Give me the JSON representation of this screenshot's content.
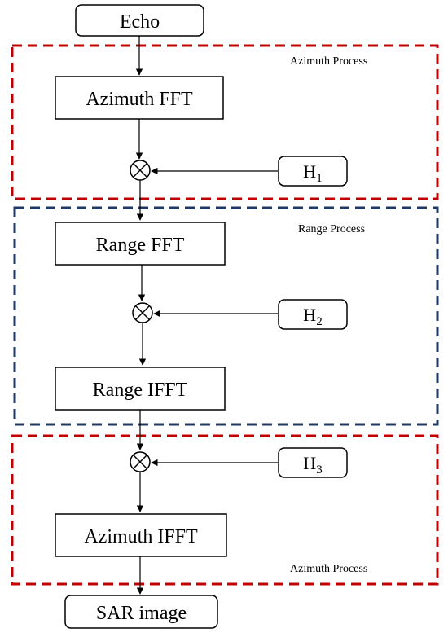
{
  "nodes": {
    "echo": "Echo",
    "azimuth_fft": "Azimuth FFT",
    "range_fft": "Range FFT",
    "range_ifft": "Range IFFT",
    "azimuth_ifft": "Azimuth IFFT",
    "sar_image": "SAR image"
  },
  "filters": {
    "h1": {
      "base": "H",
      "sub": "1"
    },
    "h2": {
      "base": "H",
      "sub": "2"
    },
    "h3": {
      "base": "H",
      "sub": "3"
    }
  },
  "regions": {
    "azimuth_top": "Azimuth Process",
    "range": "Range Process",
    "azimuth_bottom": "Azimuth Process"
  },
  "colors": {
    "azimuth_region": "#c00000",
    "range_region": "#1f3864",
    "stroke": "#000000"
  }
}
